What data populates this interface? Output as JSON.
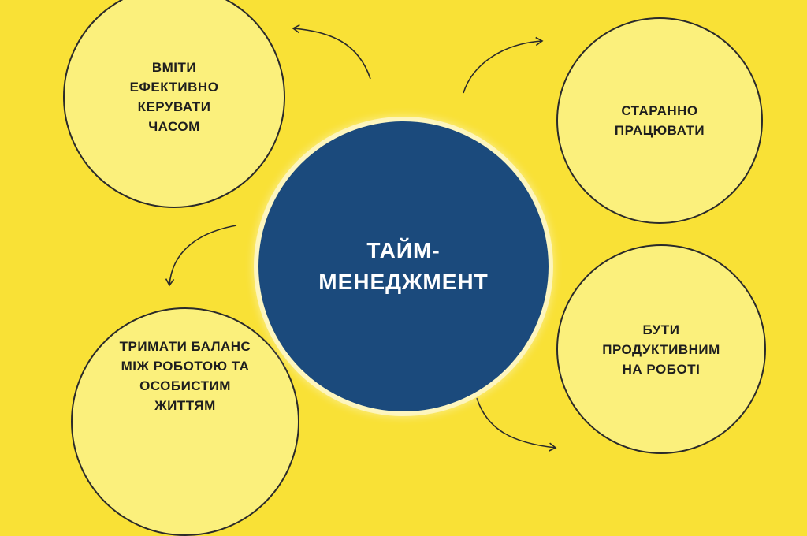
{
  "center": {
    "label": "ТАЙМ-\nМЕНЕДЖМЕНТ"
  },
  "nodes": [
    {
      "id": "top-left",
      "label": "ВМІТИ\nЕФЕКТИВНО\nКЕРУВАТИ\nЧАСОМ"
    },
    {
      "id": "top-right",
      "label": "СТАРАННО\nПРАЦЮВАТИ"
    },
    {
      "id": "bottom-right",
      "label": "БУТИ\nПРОДУКТИВНИМ\nНА РОБОТІ"
    },
    {
      "id": "bottom-left",
      "label": "ТРИМАТИ БАЛАНС\nМІЖ РОБОТОЮ ТА\nОСОБИСТИМ\nЖИТТЯМ"
    }
  ],
  "colors": {
    "background": "#f9e136",
    "node_fill": "#fbf07c",
    "center_fill": "#1b4a7c",
    "center_text": "#ffffff",
    "arrow": "#2a2a2a"
  }
}
